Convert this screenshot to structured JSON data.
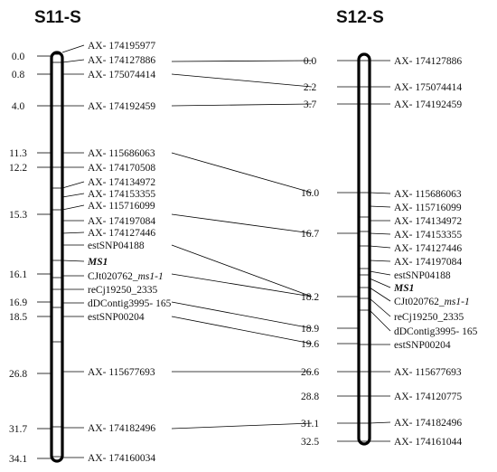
{
  "left_map": {
    "title": "S11-S",
    "positions": [
      "0.0",
      "0.8",
      "4.0",
      "11.3",
      "12.2",
      "15.3",
      "16.1",
      "16.9",
      "18.5",
      "26.8",
      "31.7",
      "34.1"
    ],
    "markers": [
      {
        "name": "AX- 174195977"
      },
      {
        "name": "AX- 174127886"
      },
      {
        "name": "AX- 175074414"
      },
      {
        "name": "AX- 174192459"
      },
      {
        "name": "AX- 115686063"
      },
      {
        "name": "AX- 174170508"
      },
      {
        "name": "AX- 174134972"
      },
      {
        "name": "AX- 174153355"
      },
      {
        "name": "AX- 115716099"
      },
      {
        "name": "AX- 174197084"
      },
      {
        "name": "AX- 174127446"
      },
      {
        "name": "estSNP04188"
      },
      {
        "name": "MS1"
      },
      {
        "name": "CJt020762_",
        "suffix": "ms1-1"
      },
      {
        "name": "reCj19250_2335"
      },
      {
        "name": "dDContig3995- 165"
      },
      {
        "name": "estSNP00204"
      },
      {
        "name": "AX- 115677693"
      },
      {
        "name": "AX- 174182496"
      },
      {
        "name": "AX- 174160034"
      }
    ]
  },
  "right_map": {
    "title": "S12-S",
    "positions": [
      "0.0",
      "2.2",
      "3.7",
      "16.0",
      "16.7",
      "18.2",
      "18.9",
      "19.6",
      "26.6",
      "28.8",
      "31.1",
      "32.5"
    ],
    "markers": [
      {
        "name": "AX- 174127886"
      },
      {
        "name": "AX- 175074414"
      },
      {
        "name": "AX- 174192459"
      },
      {
        "name": "AX- 115686063"
      },
      {
        "name": "AX- 115716099"
      },
      {
        "name": "AX- 174134972"
      },
      {
        "name": "AX- 174153355"
      },
      {
        "name": "AX- 174127446"
      },
      {
        "name": "AX- 174197084"
      },
      {
        "name": "estSNP04188"
      },
      {
        "name": "MS1"
      },
      {
        "name": "CJt020762_",
        "suffix": "ms1-1"
      },
      {
        "name": "reCj19250_2335"
      },
      {
        "name": "dDContig3995- 165"
      },
      {
        "name": "estSNP00204"
      },
      {
        "name": "AX- 115677693"
      },
      {
        "name": "AX- 174120775"
      },
      {
        "name": "AX- 174182496"
      },
      {
        "name": "AX- 174161044"
      }
    ]
  }
}
